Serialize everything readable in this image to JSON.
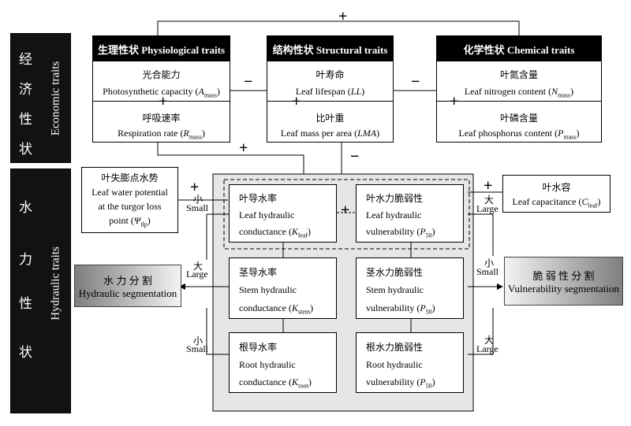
{
  "sidebar": {
    "economic": {
      "chars": [
        "经",
        "济",
        "性",
        "状"
      ],
      "label": "Economic traits"
    },
    "hydraulic": {
      "chars": [
        "水",
        "力",
        "性",
        "状"
      ],
      "label": "Hydraulic traits"
    }
  },
  "economic_groups": {
    "physiological": {
      "header": "生理性状 Physiological traits",
      "trait1_cn": "光合能力",
      "trait1_en": "Photosynthetic capacity (",
      "trait1_sym": "A",
      "trait1_sub": "mass",
      "trait2_cn": "呼吸速率",
      "trait2_en": "Respiration rate (",
      "trait2_sym": "R",
      "trait2_sub": "mass"
    },
    "structural": {
      "header": "结构性状 Structural traits",
      "trait1_cn": "叶寿命",
      "trait1_en": "Leaf lifespan (",
      "trait1_sym": "LL",
      "trait2_cn": "比叶重",
      "trait2_en": "Leaf mass per area (",
      "trait2_sym": "LMA"
    },
    "chemical": {
      "header": "化学性状 Chemical traits",
      "trait1_cn": "叶氮含量",
      "trait1_en": "Leaf nitrogen content (",
      "trait1_sym": "N",
      "trait1_sub": "mass",
      "trait2_cn": "叶磷含量",
      "trait2_en": "Leaf phosphorus content (",
      "trait2_sym": "P",
      "trait2_sub": "mass"
    }
  },
  "side_boxes": {
    "turgor": {
      "cn": "叶失膨点水势",
      "en1": "Leaf water potential",
      "en2": "at the turgor loss",
      "en3": "point (",
      "sym": "Ψ",
      "sub": "tlp"
    },
    "capacitance": {
      "cn": "叶水容",
      "en": "Leaf capacitance (",
      "sym": "C",
      "sub": "leaf"
    }
  },
  "hydraulic_boxes": {
    "leaf_k": {
      "cn": "叶导水率",
      "en1": "Leaf hydraulic",
      "en2": "conductance (",
      "sym": "K",
      "sub": "leaf"
    },
    "leaf_v": {
      "cn": "叶水力脆弱性",
      "en1": "Leaf hydraulic",
      "en2": "vulnerability (",
      "sym": "P",
      "sub": "50"
    },
    "stem_k": {
      "cn": "茎导水率",
      "en1": "Stem hydraulic",
      "en2": "conductance (",
      "sym": "K",
      "sub": "stem"
    },
    "stem_v": {
      "cn": "茎水力脆弱性",
      "en1": "Stem hydraulic",
      "en2": "vulnerability (",
      "sym": "P",
      "sub": "50"
    },
    "root_k": {
      "cn": "根导水率",
      "en1": "Root hydraulic",
      "en2": "conductance (",
      "sym": "K",
      "sub": "root"
    },
    "root_v": {
      "cn": "根水力脆弱性",
      "en1": "Root hydraulic",
      "en2": "vulnerability (",
      "sym": "P",
      "sub": "50"
    }
  },
  "segmentation": {
    "hydraulic": {
      "cn": "水 力 分 割",
      "en": "Hydraulic segmentation"
    },
    "vulnerability": {
      "cn": "脆 弱 性 分 割",
      "en": "Vulnerability segmentation"
    }
  },
  "signs": {
    "plus": "+",
    "minus": "−",
    "dashed_plus": "+"
  },
  "size_labels": {
    "small_cn": "小",
    "small_en": "Small",
    "large_cn": "大",
    "large_en": "Large"
  },
  "close_paren": ")"
}
